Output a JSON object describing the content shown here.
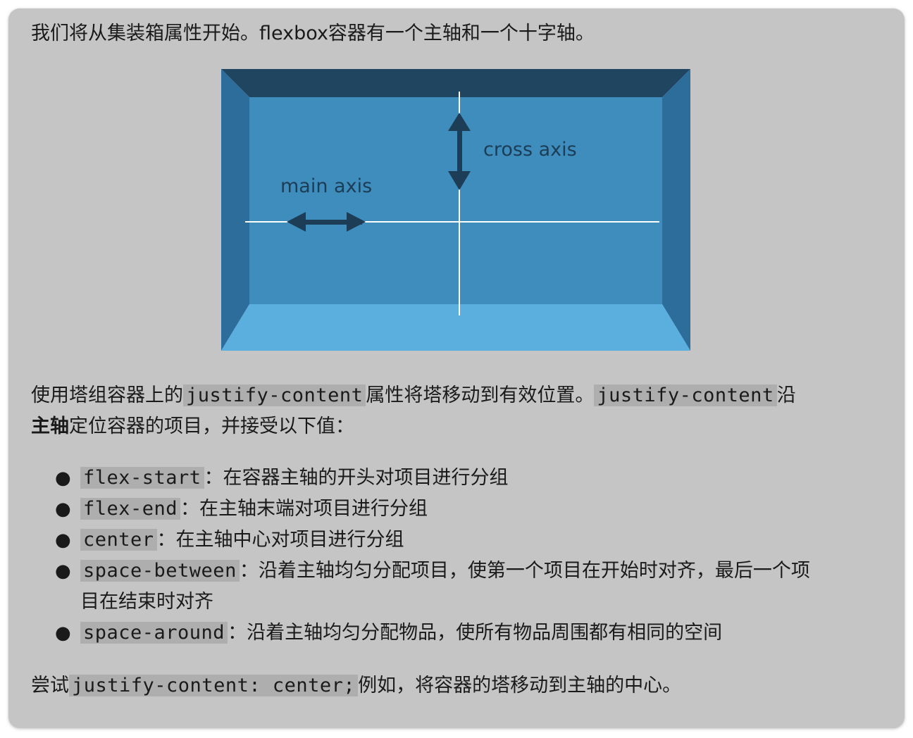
{
  "intro": "我们将从集装箱属性开始。flexbox容器有一个主轴和一个十字轴。",
  "diagram": {
    "cross_axis_label": "cross axis",
    "main_axis_label": "main axis",
    "colors": {
      "top": "#1f4560",
      "side": "#2d6d9b",
      "inner": "#3e8dbd",
      "bottom": "#5aafde",
      "axis_line": "#ffffff",
      "arrow": "#1c3d55",
      "label": "#1c3d55"
    }
  },
  "para2": {
    "part1": "使用塔组容器上的",
    "code1": "justify-content",
    "part2": "属性将塔移动到有效位置。",
    "code2": "justify-content",
    "part3": "沿",
    "bold": "主轴",
    "part4": "定位容器的项目，并接受以下值："
  },
  "values": [
    {
      "code": "flex-start",
      "desc": "：在容器主轴的开头对项目进行分组"
    },
    {
      "code": "flex-end",
      "desc": "：在主轴末端对项目进行分组"
    },
    {
      "code": "center",
      "desc": "：在主轴中心对项目进行分组"
    },
    {
      "code": "space-between",
      "desc": "：沿着主轴均匀分配项目，使第一个项目在开始时对齐，最后一个项",
      "desc_cont": "目在结束时对齐"
    },
    {
      "code": "space-around",
      "desc": "：沿着主轴均匀分配物品，使所有物品周围都有相同的空间"
    }
  ],
  "closing": {
    "part1": "尝试",
    "code": "justify-content: center;",
    "part2": "例如，将容器的塔移动到主轴的中心。"
  }
}
